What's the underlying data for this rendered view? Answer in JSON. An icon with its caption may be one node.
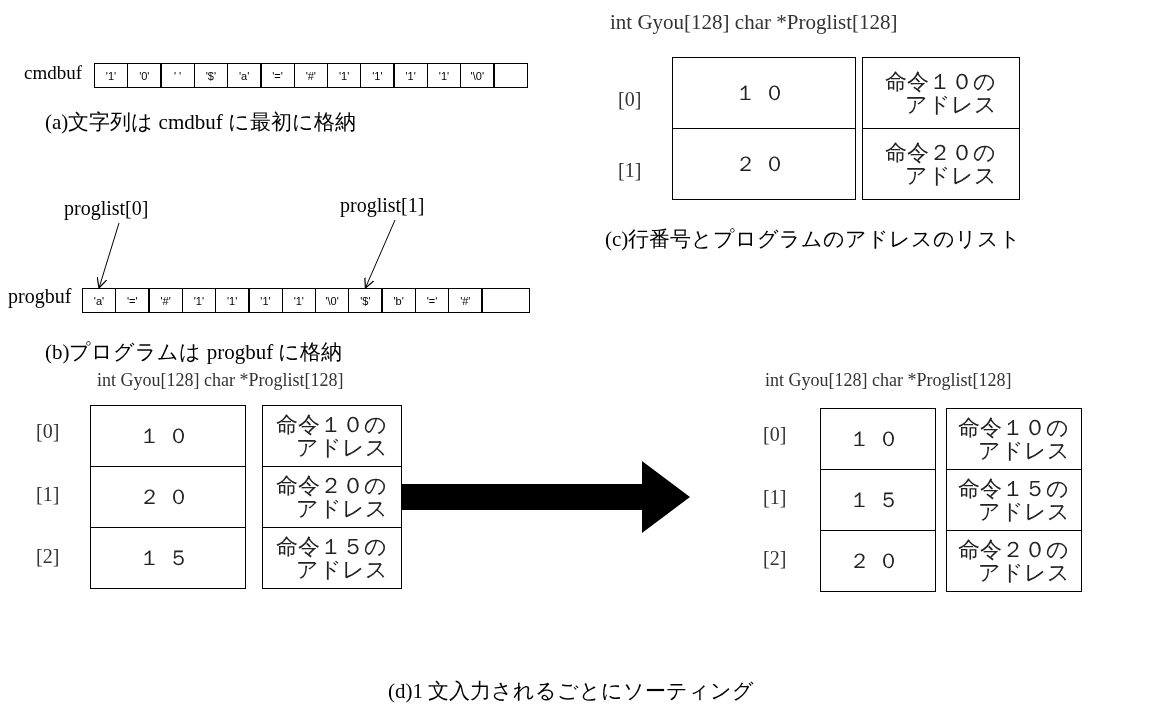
{
  "diagram": {
    "nodes": [
      {
        "text": [
          "'1'"
        ]
      },
      {
        "text": [
          "'0'"
        ]
      },
      {
        "text": [
          "' '"
        ]
      },
      {
        "text": [
          "'$'"
        ]
      },
      {
        "text": [
          "'a'"
        ]
      },
      {
        "text": [
          "'='"
        ]
      },
      {
        "text": [
          "'#'"
        ]
      },
      {
        "text": [
          "'1'"
        ]
      },
      {
        "text": [
          "'1'"
        ]
      },
      {
        "text": [
          "'1'"
        ]
      },
      {
        "text": [
          "'1'"
        ]
      },
      {
        "text": [
          "'\\0'"
        ]
      },
      {
        "text": [],
        "shape": "box"
      },
      {
        "text": [
          "１０"
        ]
      },
      {
        "text": [
          "命令１０のアドレス"
        ]
      },
      {
        "text": [
          "２０"
        ]
      },
      {
        "text": [
          "命令２０のアドレス"
        ]
      },
      {
        "text": [
          "proglist[0]"
        ]
      },
      {
        "text": [
          "proglist[1]"
        ]
      },
      {
        "text": [
          "'a'"
        ]
      },
      {
        "text": [
          "'='"
        ]
      },
      {
        "text": [
          "'#'"
        ]
      },
      {
        "text": [
          "'1'"
        ]
      },
      {
        "text": [
          "'1'"
        ]
      },
      {
        "text": [
          "'1'"
        ]
      },
      {
        "text": [
          "'1'"
        ]
      },
      {
        "text": [
          "'\\0'"
        ]
      },
      {
        "text": [
          "'$'"
        ]
      },
      {
        "text": [
          "'b'"
        ]
      },
      {
        "text": [
          "'='"
        ]
      },
      {
        "text": [
          "'#'"
        ]
      },
      {
        "text": [],
        "shape": "box"
      },
      {
        "text": [
          "１０"
        ]
      },
      {
        "text": [
          "命令１０のアドレス"
        ]
      },
      {
        "text": [
          "２０"
        ]
      },
      {
        "text": [
          "命令２０のアドレス"
        ]
      },
      {
        "text": [
          "１５"
        ]
      },
      {
        "text": [
          "命令１５のアドレス"
        ]
      },
      {
        "text": [
          "１０"
        ]
      },
      {
        "text": [
          "命令１０のアドレス"
        ]
      },
      {
        "text": [
          "１５"
        ]
      },
      {
        "text": [
          "命令１５のアドレス"
        ]
      },
      {
        "text": [
          "２０"
        ]
      },
      {
        "text": [
          "命令２０のアドレス"
        ]
      }
    ],
    "edges": [
      {
        "from": 17,
        "to": 19,
        "arrow": "to"
      },
      {
        "from": 18,
        "to": 27,
        "arrow": "to"
      },
      {
        "from": 35,
        "to": null,
        "arrow": "to",
        "style": "thick"
      }
    ],
    "labels": [
      "int Gyou[128] char *Proglist[128]",
      "cmdbuf",
      "[0]",
      "(a)文字列は cmdbuf に最初に格納",
      "[1]",
      "(c)行番号とプログラムのアドレスのリスト",
      "progbuf",
      "(b)プログラムは progbuf に格納",
      "int Gyou[128] char *Proglist[128]",
      "int Gyou[128] char *Proglist[128]",
      "[0]",
      "[1]",
      "[2]",
      "[0]",
      "[1]",
      "[2]",
      "(d)1 文入力されるごとにソーティング"
    ]
  }
}
